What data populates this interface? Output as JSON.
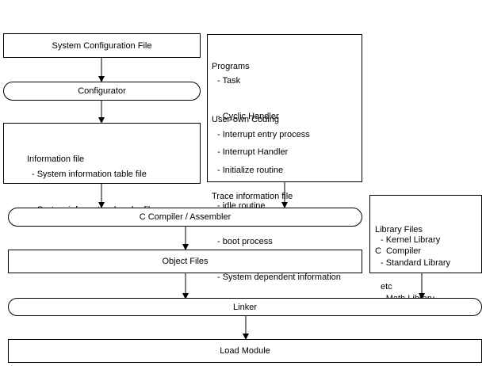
{
  "nodes": {
    "system_config_file": "System Configuration File",
    "configurator": "Configurator",
    "information_file": {
      "title": "Information file",
      "items": [
        "- System information table file",
        "- System information header file"
      ]
    },
    "programs_box": {
      "programs_title": "Programs",
      "programs_items": [
        "- Task",
        "- Cyclic Handler",
        "- Interrupt Handler"
      ],
      "user_title": "User-own Coding",
      "user_items": [
        "- Interrupt entry process",
        "- Initialize routine",
        "- idle routine",
        "- boot process",
        "- System dependent information"
      ],
      "trace": "Trace information file"
    },
    "compiler": "C Compiler / Assembler",
    "object_files": "Object Files",
    "library_box": {
      "title": "Library Files",
      "kernel": "- Kernel Library",
      "c_compiler": "C  Compiler",
      "standard": "- Standard Library",
      "math": "- Math Library",
      "etc": "etc"
    },
    "linker": "Linker",
    "load_module": "Load Module"
  }
}
